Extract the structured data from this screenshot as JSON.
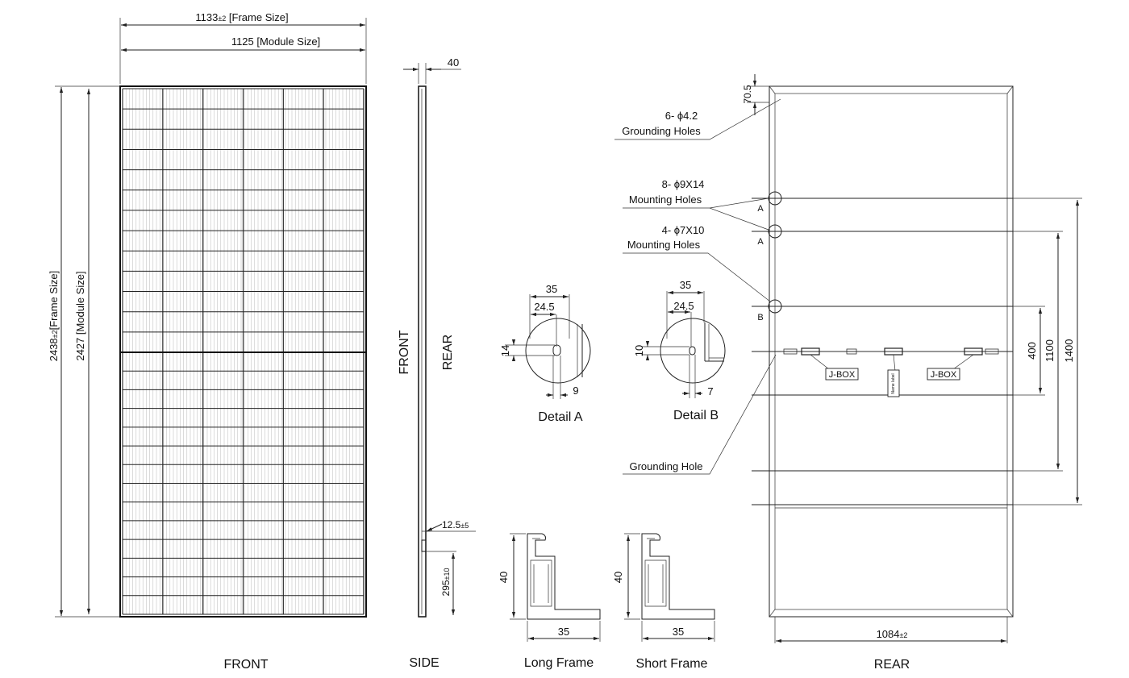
{
  "front": {
    "frame_width": "1133",
    "frame_width_tol": "±2",
    "frame_width_note": "[Frame Size]",
    "module_width": "1125",
    "module_width_note": "[Module Size]",
    "frame_height": "2438",
    "frame_height_tol": "±2",
    "frame_height_note": "[Frame Size]",
    "module_height": "2427",
    "module_height_note": "[Module Size]",
    "caption": "FRONT"
  },
  "side": {
    "thickness": "40",
    "front_label": "FRONT",
    "rear_label": "REAR",
    "cable_dim": "12.5",
    "cable_dim_tol": "±5",
    "cable_len": "295",
    "cable_len_tol": "±10",
    "caption": "SIDE"
  },
  "detail_a": {
    "width": "35",
    "inner": "24.5",
    "hole_h": "14",
    "hole_w": "9",
    "caption": "Detail A"
  },
  "detail_b": {
    "width": "35",
    "inner": "24.5",
    "hole_h": "10",
    "hole_w": "7",
    "caption": "Detail B"
  },
  "long_frame": {
    "height": "40",
    "width": "35",
    "caption": "Long Frame"
  },
  "short_frame": {
    "height": "40",
    "width": "35",
    "caption": "Short Frame"
  },
  "rear": {
    "top_offset": "70.5",
    "grounding_holes_count": "6- ϕ4.2",
    "grounding_holes_label": "Grounding Holes",
    "mounting_a_count": "8- ϕ9X14",
    "mounting_a_label": "Mounting Holes",
    "mounting_b_count": "4- ϕ7X10",
    "mounting_b_label": "Mounting Holes",
    "marker_a": "A",
    "marker_b": "B",
    "jbox": "J-BOX",
    "nameplate": "Name label",
    "grounding_hole": "Grounding Hole",
    "dim_400": "400",
    "dim_1100": "1100",
    "dim_1400": "1400",
    "width": "1084",
    "width_tol": "±2",
    "caption": "REAR"
  }
}
